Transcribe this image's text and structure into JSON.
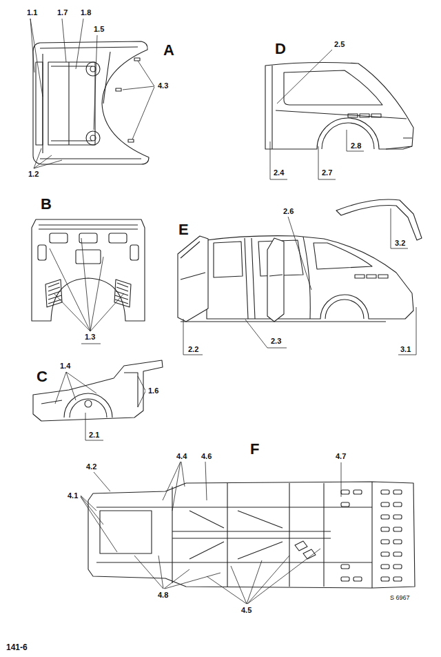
{
  "diagram": {
    "labels": [
      "1.1",
      "1.7",
      "1.8",
      "1.5",
      "A",
      "D",
      "2.5",
      "4.3",
      "2.8",
      "1.2",
      "2.4",
      "2.7",
      "B",
      "2.6",
      "3.2",
      "E",
      "1.3",
      "2.3",
      "2.2",
      "3.1",
      "1.4",
      "C",
      "1.6",
      "2.1",
      "F",
      "4.4",
      "4.6",
      "4.7",
      "4.2",
      "4.1",
      "4.8",
      "S 6967",
      "4.5",
      "141-6"
    ]
  }
}
